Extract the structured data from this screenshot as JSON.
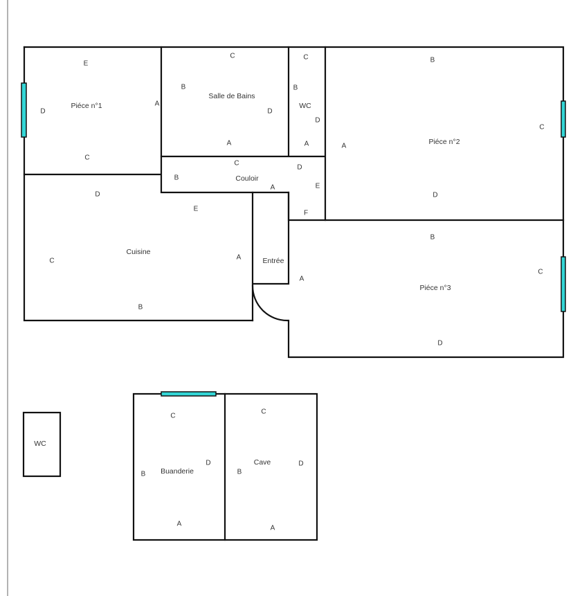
{
  "rooms": {
    "piece1": {
      "name": "Piéce n°1",
      "walls": [
        "E",
        "D",
        "A",
        "C"
      ]
    },
    "salle_de_bains": {
      "name": "Salle de Bains",
      "walls": [
        "C",
        "B",
        "D",
        "A"
      ]
    },
    "wc_top": {
      "name": "WC",
      "walls": [
        "C",
        "B",
        "D",
        "A"
      ]
    },
    "piece2": {
      "name": "Piéce n°2",
      "walls": [
        "B",
        "A",
        "C",
        "D"
      ]
    },
    "couloir": {
      "name": "Couloir",
      "walls": [
        "C",
        "B",
        "A",
        "D",
        "E",
        "F"
      ]
    },
    "cuisine": {
      "name": "Cuisine",
      "walls": [
        "D",
        "E",
        "C",
        "A",
        "B"
      ]
    },
    "entree": {
      "name": "Entrée"
    },
    "piece3": {
      "name": "Piéce n°3",
      "walls": [
        "B",
        "A",
        "C",
        "D"
      ]
    },
    "wc_bottom": {
      "name": "WC"
    },
    "buanderie": {
      "name": "Buanderie",
      "walls": [
        "C",
        "B",
        "D",
        "A"
      ]
    },
    "cave": {
      "name": "Cave",
      "walls": [
        "C",
        "B",
        "D",
        "A"
      ]
    }
  },
  "colors": {
    "window": "#33d6d6",
    "wall": "#111111"
  }
}
